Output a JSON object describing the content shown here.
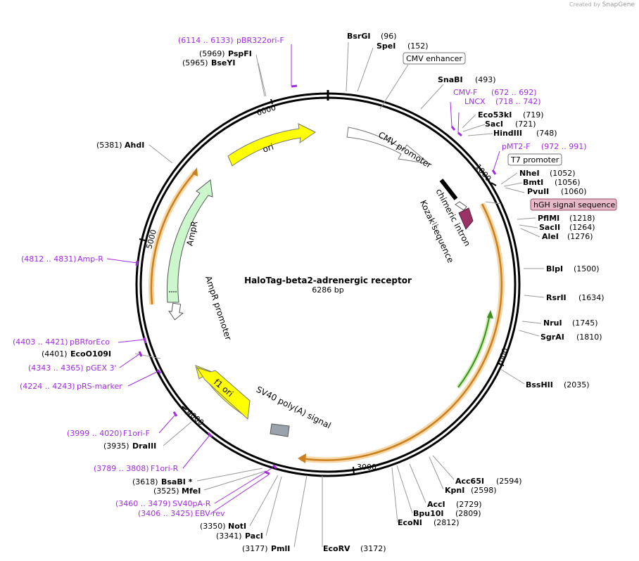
{
  "credit": {
    "prefix": "Created by",
    "brand": "SnapGene"
  },
  "plasmid": {
    "name": "HaloTag-beta2-adrenergic receptor",
    "size": "6286 bp"
  },
  "ticks": [
    "1000",
    "2000",
    "3000",
    "4000",
    "5000",
    "6000"
  ],
  "features": [
    {
      "name": "CMV enhancer",
      "boxed": true
    },
    {
      "name": "CMV promoter"
    },
    {
      "name": "T7 promoter",
      "boxed": true
    },
    {
      "name": "chimeric intron"
    },
    {
      "name": "Kozak sequence"
    },
    {
      "name": "hGH signal sequence",
      "highlighted": true
    },
    {
      "name": "SV40 poly(A) signal"
    },
    {
      "name": "f1 ori"
    },
    {
      "name": "AmpR promoter"
    },
    {
      "name": "AmpR"
    },
    {
      "name": "ori"
    }
  ],
  "enzymes": [
    {
      "name": "BsrGI",
      "pos": "(96)"
    },
    {
      "name": "SpeI",
      "pos": "(152)"
    },
    {
      "name": "SnaBI",
      "pos": "(493)"
    },
    {
      "name": "Eco53kI",
      "pos": "(719)"
    },
    {
      "name": "SacI",
      "pos": "(721)"
    },
    {
      "name": "HindIII",
      "pos": "(748)"
    },
    {
      "name": "NheI",
      "pos": "(1052)"
    },
    {
      "name": "BmtI",
      "pos": "(1056)"
    },
    {
      "name": "PvuII",
      "pos": "(1060)"
    },
    {
      "name": "PflMI",
      "pos": "(1218)"
    },
    {
      "name": "SacII",
      "pos": "(1264)"
    },
    {
      "name": "AleI",
      "pos": "(1276)"
    },
    {
      "name": "BlpI",
      "pos": "(1500)"
    },
    {
      "name": "RsrII",
      "pos": "(1634)"
    },
    {
      "name": "NruI",
      "pos": "(1745)"
    },
    {
      "name": "SgrAI",
      "pos": "(1810)"
    },
    {
      "name": "BssHII",
      "pos": "(2035)"
    },
    {
      "name": "Acc65I",
      "pos": "(2594)"
    },
    {
      "name": "KpnI",
      "pos": "(2598)"
    },
    {
      "name": "AccI",
      "pos": "(2729)"
    },
    {
      "name": "Bpu10I",
      "pos": "(2809)"
    },
    {
      "name": "EcoNI",
      "pos": "(2812)"
    },
    {
      "name": "EcoRV",
      "pos": "(3172)"
    },
    {
      "name": "PmlI",
      "pos": "(3177)"
    },
    {
      "name": "PacI",
      "pos": "(3341)"
    },
    {
      "name": "NotI",
      "pos": "(3350)"
    },
    {
      "name": "MfeI",
      "pos": "(3525)"
    },
    {
      "name": "BsaBI *",
      "pos": "(3618)"
    },
    {
      "name": "DraIII",
      "pos": "(3935)"
    },
    {
      "name": "EcoO109I",
      "pos": "(4401)"
    },
    {
      "name": "AhdI",
      "pos": "(5381)"
    },
    {
      "name": "BseYI",
      "pos": "(5965)"
    },
    {
      "name": "PspFI",
      "pos": "(5969)"
    }
  ],
  "primers": [
    {
      "name": "pBR322ori-F",
      "range": "(6114 .. 6133)"
    },
    {
      "name": "CMV-F",
      "range": "(672 .. 692)"
    },
    {
      "name": "LNCX",
      "range": "(718 .. 742)"
    },
    {
      "name": "pMT2-F",
      "range": "(972 .. 991)"
    },
    {
      "name": "Amp-R",
      "range": "(4812 .. 4831)"
    },
    {
      "name": "pBRforEco",
      "range": "(4403 .. 4421)"
    },
    {
      "name": "pGEX 3'",
      "range": "(4343 .. 4365)"
    },
    {
      "name": "pRS-marker",
      "range": "(4224 .. 4243)"
    },
    {
      "name": "F1ori-F",
      "range": "(3999 .. 4020)"
    },
    {
      "name": "F1ori-R",
      "range": "(3789 .. 3808)"
    },
    {
      "name": "SV40pA-R",
      "range": "(3460 .. 3479)"
    },
    {
      "name": "EBV-rev",
      "range": "(3406 .. 3425)"
    }
  ],
  "colors": {
    "primer": "#a22be0",
    "ori": "#ffff00",
    "f1ori": "#ffff00",
    "ampr": "#ccf7cc",
    "cds_orange": "#f2b15c",
    "cds_green": "#67c62f",
    "hgh_fill": "#993366",
    "hgh_label_bg": "#e6b8c8",
    "polyA": "#9aa3ab"
  }
}
